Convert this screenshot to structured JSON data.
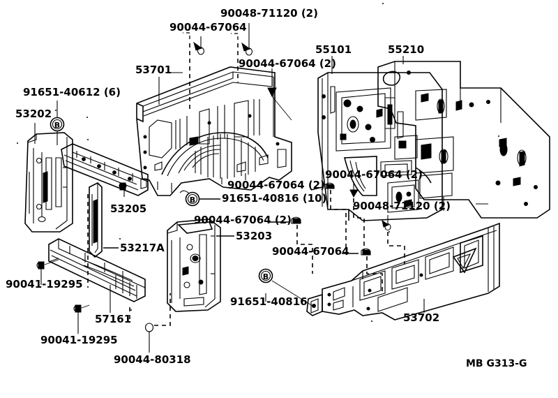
{
  "diagram": {
    "title": "Toyota Parts Catalog Illustration - Cowl / Dash Panel / Radiator Support",
    "footer_code": "MB G313-G",
    "line_color": "#000000",
    "background_color": "#ffffff"
  },
  "callouts": [
    {
      "id": "c1",
      "text": "90048-71120 (2)",
      "type": "fastener"
    },
    {
      "id": "c2",
      "text": "90044-67064",
      "type": "fastener"
    },
    {
      "id": "c3",
      "text": "90044-67064 (2)",
      "type": "fastener"
    },
    {
      "id": "c4",
      "text": "55101",
      "type": "part"
    },
    {
      "id": "c5",
      "text": "55210",
      "type": "part"
    },
    {
      "id": "c6",
      "text": "53701",
      "type": "part"
    },
    {
      "id": "c7",
      "text": "91651-40612 (6)",
      "type": "fastener"
    },
    {
      "id": "c8",
      "text": "53202",
      "type": "part"
    },
    {
      "id": "c9",
      "text": "53205",
      "type": "part"
    },
    {
      "id": "c10",
      "text": "90044-67064 (2)",
      "type": "fastener"
    },
    {
      "id": "c11",
      "text": "91651-40816 (10)",
      "type": "fastener"
    },
    {
      "id": "c12",
      "text": "90044-67064 (2)",
      "type": "fastener"
    },
    {
      "id": "c13",
      "text": "90048-71120 (2)",
      "type": "fastener"
    },
    {
      "id": "c14",
      "text": "90044-67064 (2)",
      "type": "fastener"
    },
    {
      "id": "c15",
      "text": "53203",
      "type": "part"
    },
    {
      "id": "c16",
      "text": "90044-67064",
      "type": "fastener"
    },
    {
      "id": "c17",
      "text": "53217A",
      "type": "part"
    },
    {
      "id": "c18",
      "text": "90041-19295",
      "type": "fastener"
    },
    {
      "id": "c19",
      "text": "57161",
      "type": "part"
    },
    {
      "id": "c20",
      "text": "90041-19295",
      "type": "fastener"
    },
    {
      "id": "c21",
      "text": "90044-80318",
      "type": "fastener"
    },
    {
      "id": "c22",
      "text": "91651-40816",
      "type": "fastener"
    },
    {
      "id": "c23",
      "text": "53702",
      "type": "part"
    }
  ],
  "markers": [
    {
      "id": "m1",
      "letter": "B"
    },
    {
      "id": "m2",
      "letter": "B"
    },
    {
      "id": "m3",
      "letter": "B"
    }
  ]
}
